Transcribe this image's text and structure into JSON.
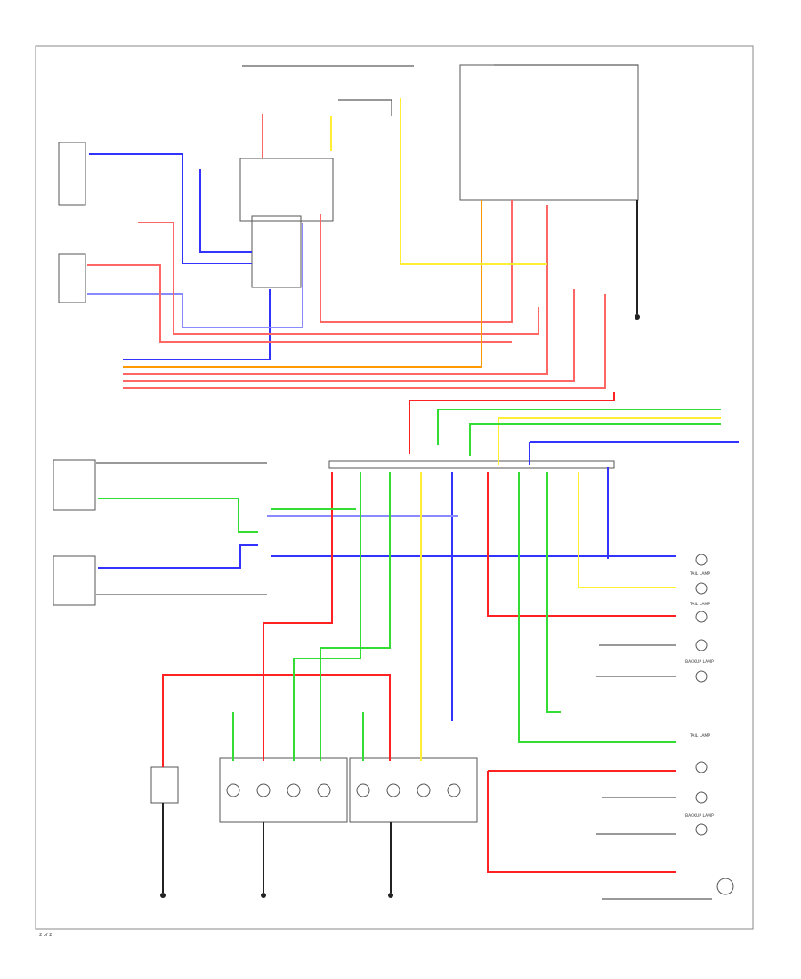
{
  "diagram": {
    "page_label": "2 of 2",
    "colors": {
      "red": "#ff0000",
      "red_light": "#ff8080",
      "blue": "#3333ff",
      "blue_light": "#8a8aff",
      "yellow": "#ffff33",
      "green": "#33dd33",
      "green_light": "#99ee99",
      "orange": "#ff9900",
      "black": "#222222"
    },
    "labels": {
      "tail_lamp": "TAIL LAMP",
      "backup_lamp": "BACKUP LAMP"
    }
  }
}
